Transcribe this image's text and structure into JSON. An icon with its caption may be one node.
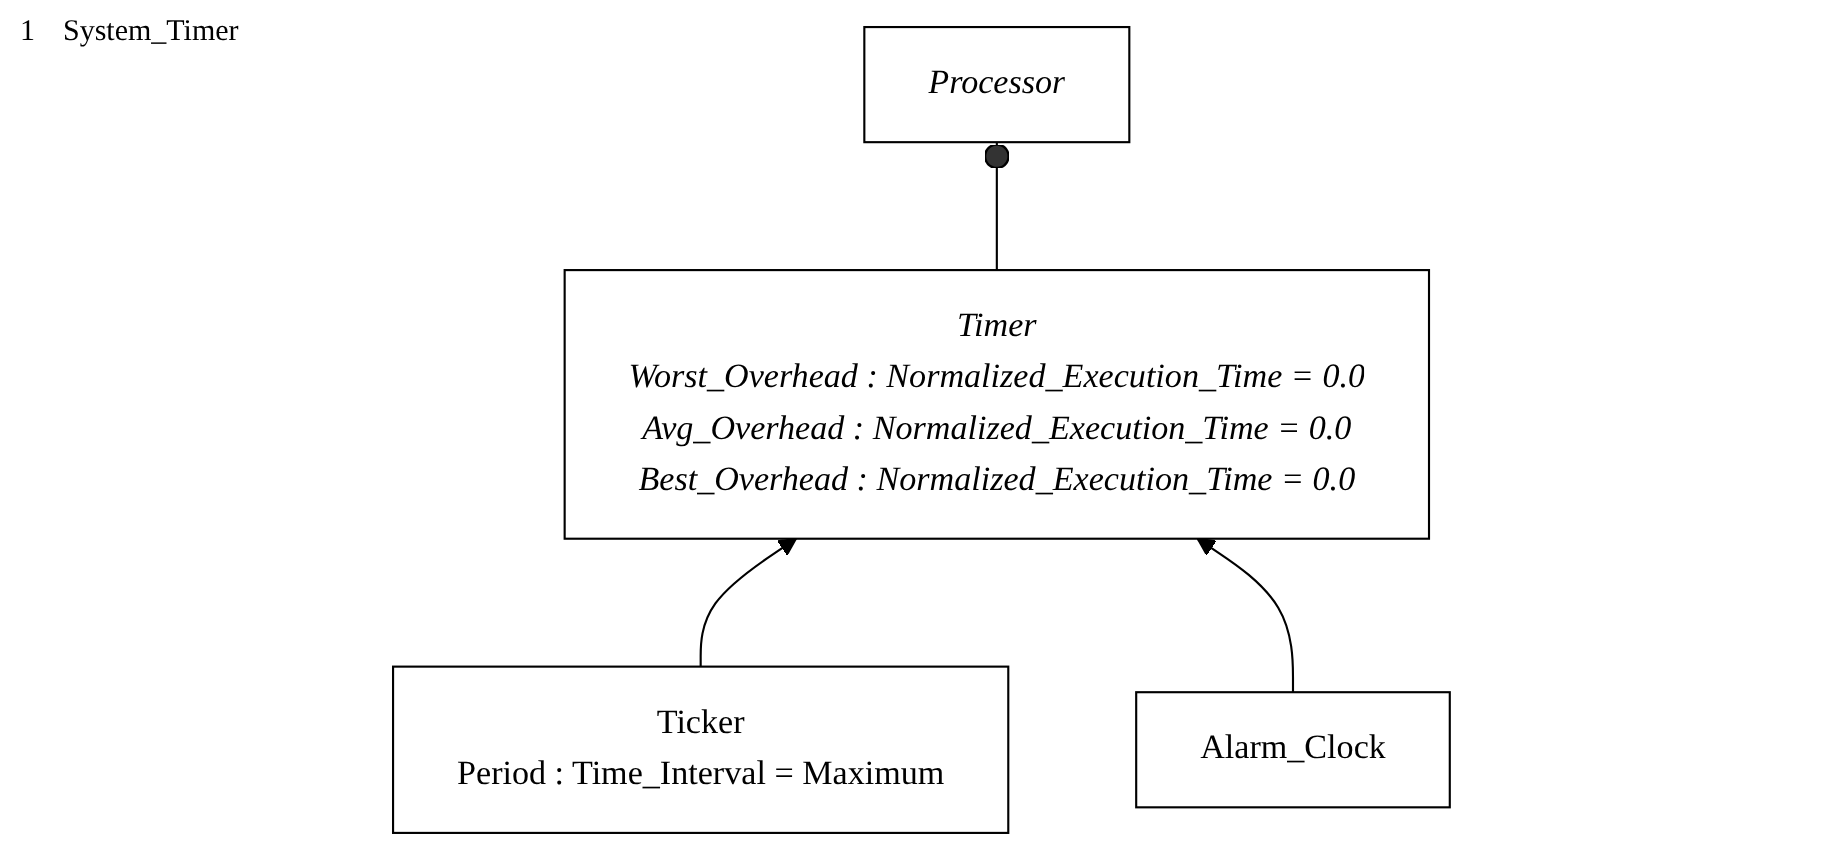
{
  "diagram": {
    "nodes": [
      {
        "text": [
          "Processor"
        ]
      },
      {
        "text": [
          "Timer",
          "Worst_Overhead : Normalized_Execution_Time = 0.0",
          "Avg_Overhead : Normalized_Execution_Time = 0.0",
          "Best_Overhead : Normalized_Execution_Time = 0.0"
        ]
      },
      {
        "text": [
          "Ticker",
          "Period : Time_Interval = Maximum"
        ]
      },
      {
        "text": [
          "Alarm_Clock"
        ]
      }
    ],
    "edges": [
      {
        "from": 0,
        "to": 1,
        "arrow": "other"
      },
      {
        "from": 2,
        "to": 1,
        "arrow": "to"
      },
      {
        "from": 3,
        "to": 1,
        "arrow": "to"
      }
    ],
    "labels": [
      "1",
      "System_Timer"
    ]
  }
}
